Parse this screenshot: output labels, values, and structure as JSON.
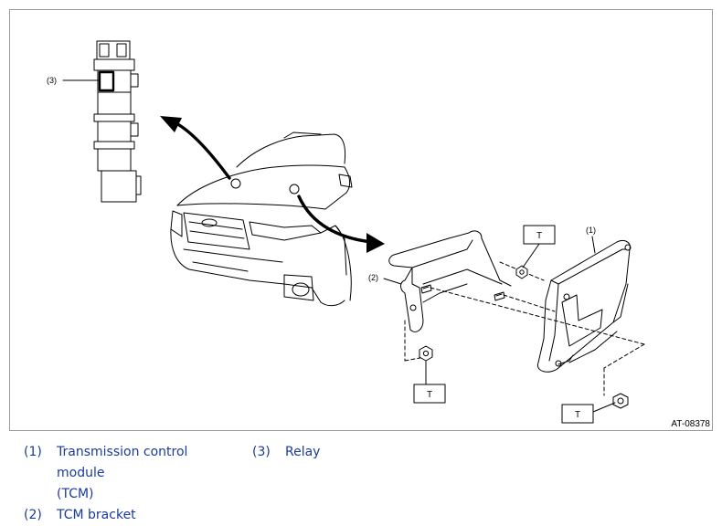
{
  "figure": {
    "callouts": {
      "tcm": "(1)",
      "bracket": "(2)",
      "relay": "(3)"
    },
    "torque_labels": [
      "T",
      "T",
      "T"
    ],
    "reference_code": "AT-08378"
  },
  "legend": {
    "items": [
      {
        "num": "(1)",
        "text_line1": "Transmission control module",
        "text_line2": "(TCM)"
      },
      {
        "num": "(2)",
        "text": "TCM bracket"
      },
      {
        "num": "(3)",
        "text": "Relay"
      }
    ]
  }
}
